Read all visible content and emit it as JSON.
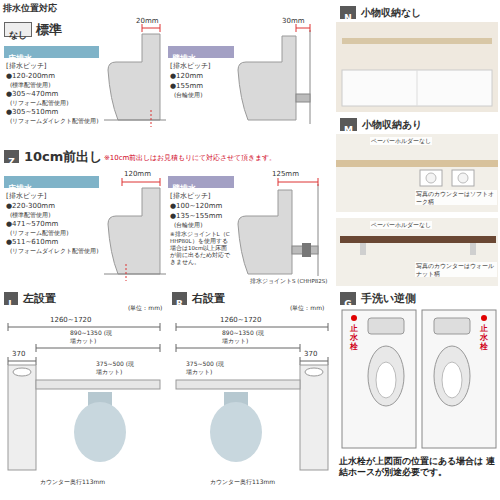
{
  "diagram": {
    "title": "排水位置対応",
    "nodes": [
      {
        "text": [
          "なし",
          "標準"
        ]
      },
      {
        "text": [
          "床排水"
        ]
      },
      {
        "text": [
          "壁排水"
        ]
      },
      {
        "text": [
          "Z",
          "10cm前出し"
        ]
      },
      {
        "text": [
          "床排水"
        ]
      },
      {
        "text": [
          "壁排水"
        ]
      },
      {
        "text": [
          "N",
          "小物収納なし"
        ]
      },
      {
        "text": [
          "M",
          "小物収納あり"
        ]
      },
      {
        "text": [
          "L",
          "左設置"
        ]
      },
      {
        "text": [
          "R",
          "右設置"
        ]
      },
      {
        "text": [
          "G",
          "手洗い逆側"
        ]
      }
    ],
    "labels": [
      "20mm",
      "30mm",
      "[排水ピッチ]",
      "●120-200mm",
      "(標準配管使用)",
      "●305~470mm",
      "(リフォーム配管使用)",
      "●305~510mm",
      "(リフォームダイレクト配管使用)",
      "[排水ピッチ]",
      "●120mm",
      "●155mm",
      "(台輪使用)",
      "※10cm前出しはお見積もりにて対応させて頂きます。",
      "120mm",
      "125mm",
      "[排水ピッチ]",
      "●220-300mm",
      "(標準配管使用)",
      "●471~570mm",
      "(リフォーム配管使用)",
      "●511~610mm",
      "(リフォームダイレクト配管使用)",
      "[排水ピッチ]",
      "●100~120mm",
      "●135~155mm",
      "(台輪使用)",
      "※排水ジョイントL（CHHP80L）を使用する場合は10cm以上床面が前に出るため対応できません。",
      "排水ジョイントS (CHHP82S)",
      "ペーパーホルダーなし",
      "写真のカウンターはソフトオーク柄",
      "ペーパーホルダーなし",
      "写真のカウンターはウォールナット柄",
      "(単位：mm)",
      "1260~1720",
      "890~1350 (現場カット)",
      "370",
      "375~500 (現場カット)",
      "カウンター奥行113mm",
      "(単位：mm)",
      "1260~1720",
      "890~1350 (現場カット)",
      "370",
      "375~500 (現場カット)",
      "カウンター奥行113mm",
      "止水栓",
      "止水栓",
      "止水栓が上図面の位置にある場合は 連結ホースが別途必要です。"
    ]
  }
}
